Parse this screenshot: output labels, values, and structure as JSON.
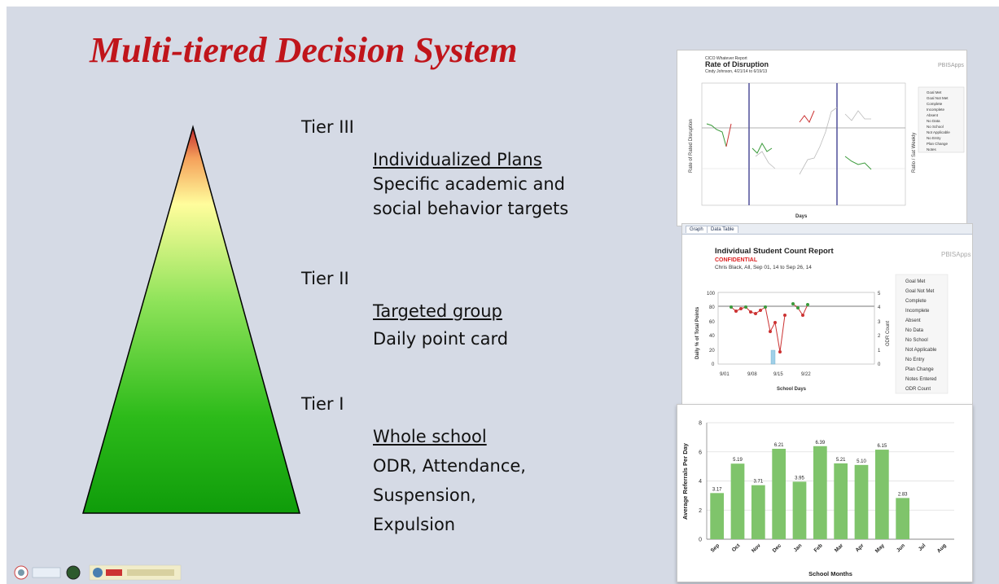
{
  "slide": {
    "title": "Multi-tiered Decision System",
    "tiers": [
      {
        "name": "Tier III",
        "heading": "Individualized Plans",
        "lines": [
          "Specific academic and",
          "social behavior targets"
        ]
      },
      {
        "name": "Tier II",
        "heading": "Targeted group",
        "lines": [
          "Daily point card"
        ]
      },
      {
        "name": "Tier I",
        "heading": "Whole school",
        "lines": [
          "ODR, Attendance,",
          "Suspension,",
          "Expulsion"
        ]
      }
    ]
  },
  "report1": {
    "small_title": "CICO Whatever Report",
    "title": "Rate of Disruption",
    "subtitle": "Cindy Johnson, 4/21/14 to 6/19/13",
    "logo": "PBISApps",
    "xlabel": "Days",
    "ylabel_left": "Rate of Rated Disruption",
    "ylabel_right": "Ratio / Sat Weekly",
    "legend": [
      "Goal Met",
      "Goal Not Met",
      "Complete",
      "Incomplete",
      "Absent",
      "No Data",
      "No School",
      "Not Applicable",
      "No Entry",
      "Plan Change",
      "Notes"
    ]
  },
  "report2": {
    "tabs": [
      "Graph",
      "Data Table"
    ],
    "title": "Individual Student Count Report",
    "confidential": "CONFIDENTIAL",
    "subtitle": "Chris Black, All, Sep 01, 14 to Sep 26, 14",
    "logo": "PBISApps",
    "xlabel": "School Days",
    "ylabel_left": "Daily % of Total Points",
    "ylabel_right": "ODR Count",
    "y_ticks": [
      "100",
      "80",
      "60",
      "40",
      "20",
      "0"
    ],
    "y_right_ticks": [
      "5",
      "4",
      "3",
      "2",
      "1",
      "0"
    ],
    "x_weeks": [
      "9/01",
      "9/08",
      "9/15",
      "9/22"
    ],
    "legend": [
      "Goal Met",
      "Goal Not Met",
      "Complete",
      "Incomplete",
      "Absent",
      "No Data",
      "No School",
      "Not Applicable",
      "No Entry",
      "Plan Change",
      "Notes Entered",
      "ODR Count"
    ]
  },
  "chart_data": {
    "type": "bar",
    "categories": [
      "Sep",
      "Oct",
      "Nov",
      "Dec",
      "Jan",
      "Feb",
      "Mar",
      "Apr",
      "May",
      "Jun",
      "Jul",
      "Aug"
    ],
    "values": [
      3.17,
      5.19,
      3.71,
      6.21,
      3.95,
      6.39,
      5.21,
      5.1,
      6.15,
      2.83,
      null,
      null
    ],
    "labels": [
      "3.17",
      "5.19",
      "3.71",
      "6.21",
      "3.95",
      "6.39",
      "5.21",
      "5.10",
      "6.15",
      "2.83",
      "",
      ""
    ],
    "xlabel": "School Months",
    "ylabel": "Average Referrals Per Day",
    "ylim": [
      0,
      8
    ],
    "yticks": [
      "0",
      "2",
      "4",
      "6",
      "8"
    ],
    "grid": true,
    "bar_color": "#7fc46b"
  }
}
